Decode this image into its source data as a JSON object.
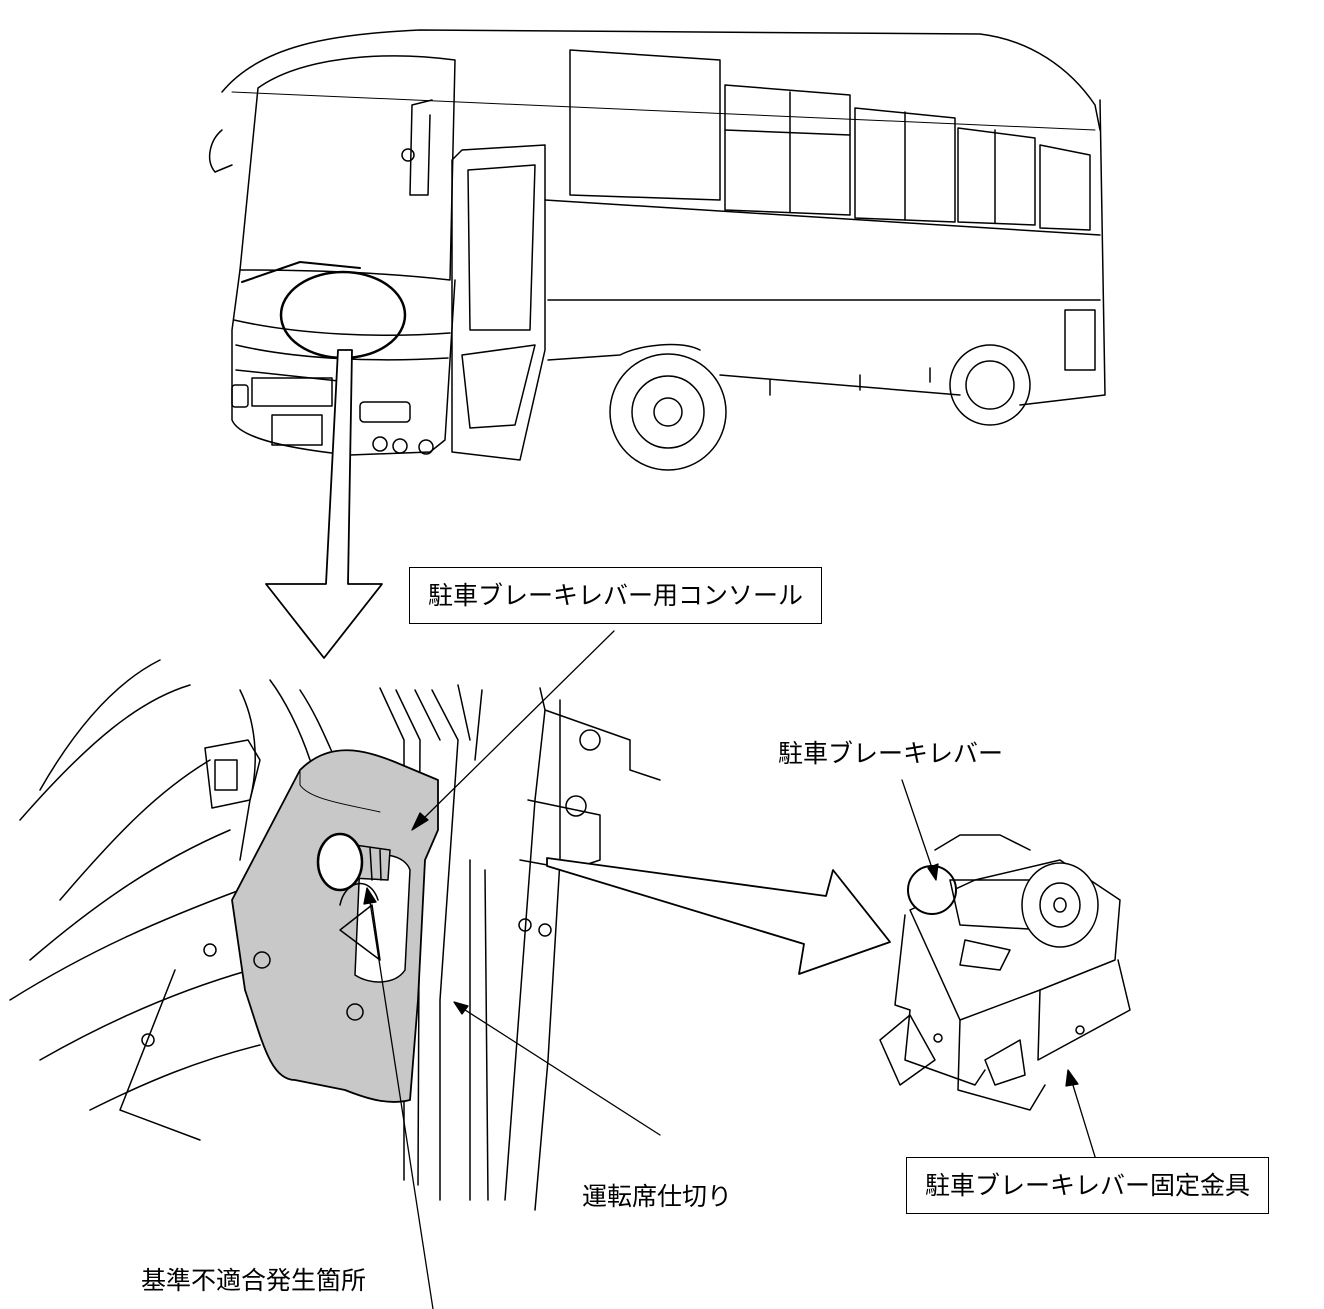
{
  "labels": {
    "console": "駐車ブレーキレバー用コンソール",
    "lever": "駐車ブレーキレバー",
    "partition": "運転席仕切り",
    "bracket": "駐車ブレーキレバー固定金具",
    "defect_location": "基準不適合発生箇所"
  },
  "colors": {
    "line": "#000000",
    "console_fill": "#c8c8c8",
    "background": "#ffffff"
  }
}
